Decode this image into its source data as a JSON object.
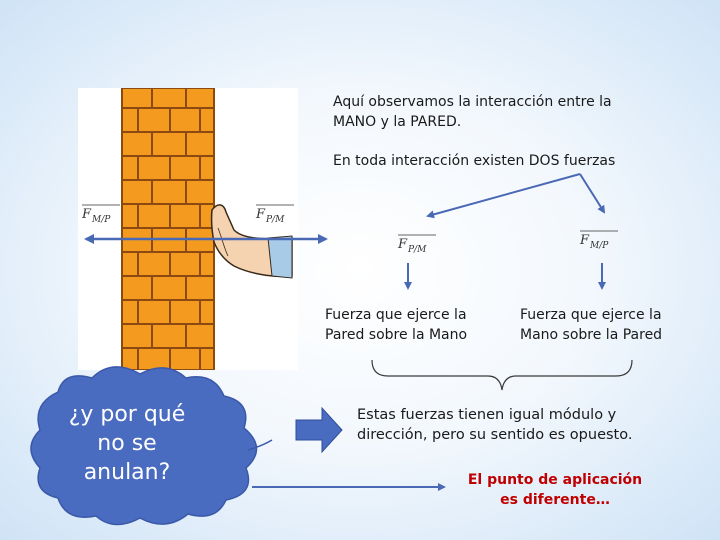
{
  "intro_line1": "Aquí observamos la interacción entre la",
  "intro_line2": "MANO y la PARED.",
  "interaction_text": "En toda interacción existen DOS fuerzas",
  "forces": {
    "left_label_main": "F",
    "left_label_sub": "M/P",
    "right_label_main": "F",
    "right_label_sub": "P/M",
    "pm_label_main": "F",
    "pm_label_sub": "P/M",
    "mp_label_main": "F",
    "mp_label_sub": "M/P"
  },
  "force_pm_desc_line1": "Fuerza que ejerce la",
  "force_pm_desc_line2": "Pared sobre la Mano",
  "force_mp_desc_line1": "Fuerza que ejerce la",
  "force_mp_desc_line2": "Mano sobre la Pared",
  "conclusion_line1": "Estas fuerzas tienen igual módulo y",
  "conclusion_line2": "dirección, pero su sentido es opuesto.",
  "question_line1": "¿y por qué",
  "question_line2": "no se",
  "question_line3": "anulan?",
  "answer_line1": "El punto de aplicación",
  "answer_line2": "es diferente…",
  "colors": {
    "wall": "#f39a1f",
    "mortar": "#8a4a10",
    "cloud": "#4a6cc0",
    "arrow": "#4a69b4",
    "answer": "#c00000"
  }
}
